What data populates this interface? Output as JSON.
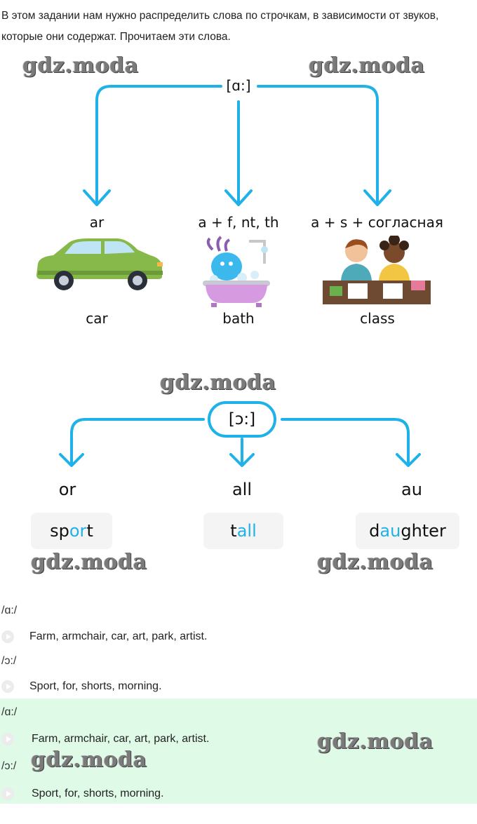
{
  "intro_text": "В этом задании нам нужно распределить слова по строчкам, в зависимости от звуков, которые они содержат. Прочитаем эти слова.",
  "watermark": "gdz.moda",
  "diagram1": {
    "sound": "[ɑ:]",
    "branches": [
      {
        "rule": "ar",
        "word": "car",
        "picture": "car-image"
      },
      {
        "rule": "a + f, nt, th",
        "word": "bath",
        "picture": "bath-image"
      },
      {
        "rule": "a + s + согласная",
        "word": "class",
        "picture": "class-image"
      }
    ]
  },
  "diagram2": {
    "sound": "[ɔ:]",
    "branches": [
      {
        "rule": "or",
        "word_pre": "sp",
        "word_hl": "or",
        "word_post": "t"
      },
      {
        "rule": "all",
        "word_pre": "t",
        "word_hl": "all",
        "word_post": ""
      },
      {
        "rule": "au",
        "word_pre": "d",
        "word_hl": "au",
        "word_post": "ghter"
      }
    ]
  },
  "answers": [
    {
      "sound": "/ɑ:/",
      "text": "Farm, armchair, car, art, park, artist."
    },
    {
      "sound": "/ɔ:/",
      "text": "Sport, for, shorts, morning."
    }
  ],
  "answers_highlighted": [
    {
      "sound": "/ɑ:/",
      "text": "Farm, armchair, car, art, park, artist."
    },
    {
      "sound": "/ɔ:/",
      "text": "Sport, for, shorts, morning."
    }
  ],
  "colors": {
    "accent": "#1fb2e8",
    "highlight_bg": "#dffbe8"
  }
}
